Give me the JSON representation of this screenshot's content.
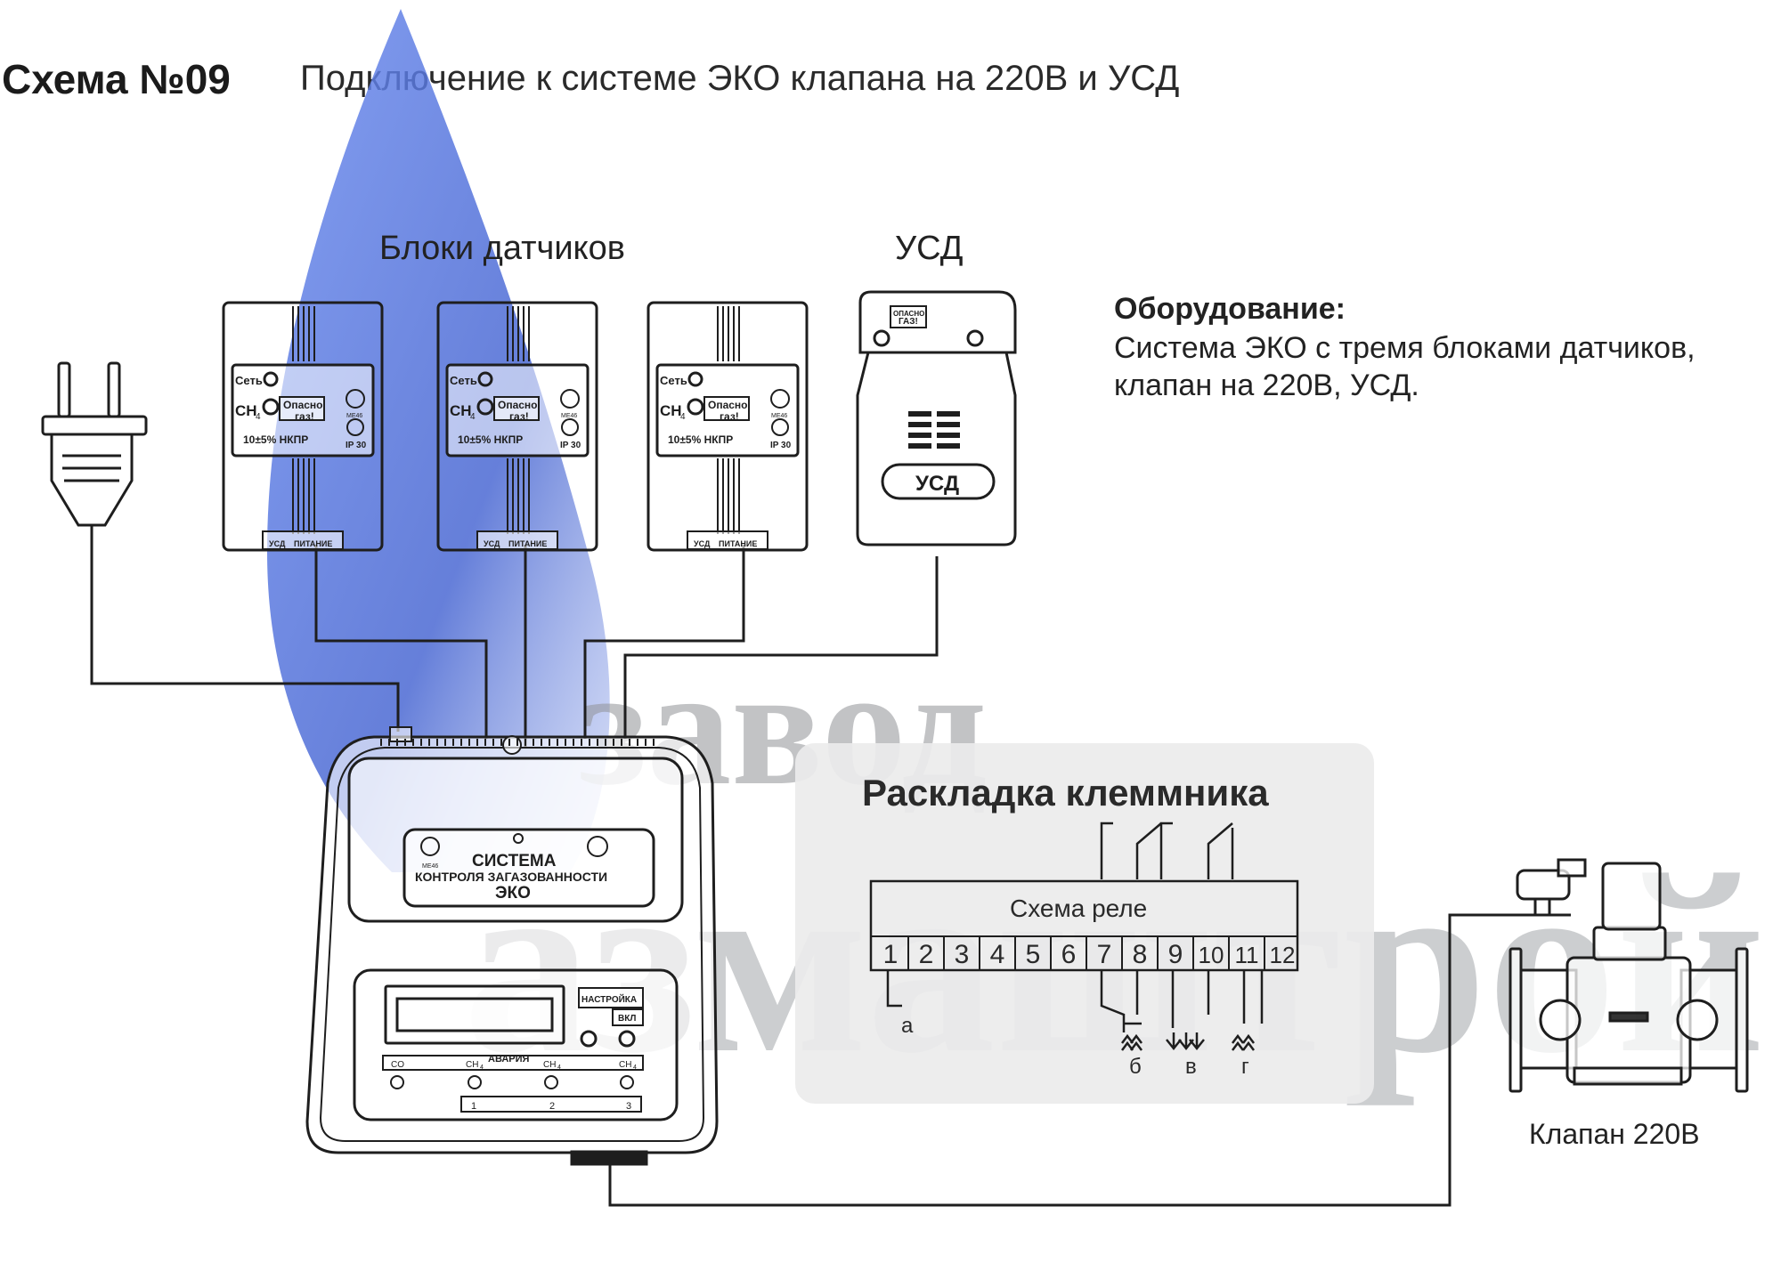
{
  "header": {
    "scheme_number": "Схема №09",
    "scheme_title": "Подключение к системе ЭКО клапана на 220В и УСД"
  },
  "labels": {
    "sensor_blocks": "Блоки датчиков",
    "usd": "УСД",
    "valve": "Клапан 220В"
  },
  "equipment": {
    "heading": "Оборудование:",
    "lines": [
      "Система ЭКО с тремя блоками датчиков,",
      "клапан на 220В, УСД."
    ]
  },
  "sensor_panel": {
    "network": "Сеть",
    "gas": "CH",
    "gas_sub": "4",
    "danger_line1": "Опасно",
    "danger_line2": "газ!",
    "range": "10±5% НКПР",
    "cert": "МЕ46",
    "ip": "IP 30",
    "port_usd": "УСД",
    "port_power": "ПИТАНИЕ"
  },
  "usd_device": {
    "warning_line1": "ОПАСНО",
    "warning_line2": "ГАЗ!",
    "button": "УСД"
  },
  "controller": {
    "cert": "МЕ46",
    "brand": "СИСТЕМА",
    "subtitle": "КОНТРОЛЯ ЗАГАЗОВАННОСТИ",
    "model": "ЭКО",
    "btn_settings": "НАСТРОЙКА",
    "btn_on": "ВКЛ",
    "alarm": "АВАРИЯ",
    "led_co": "CO",
    "led_ch4": "CH",
    "led_ch4_sub": "4",
    "channels": [
      "1",
      "2",
      "3"
    ]
  },
  "terminal": {
    "title": "Раскладка клеммника",
    "relay_label": "Схема реле",
    "numbers": [
      "1",
      "2",
      "3",
      "4",
      "5",
      "6",
      "7",
      "8",
      "9",
      "10",
      "11",
      "12"
    ],
    "letters": [
      "а",
      "б",
      "в",
      "г"
    ]
  },
  "colors": {
    "watermark_drop": "#4f6fd6",
    "watermark_text": "#8f9296",
    "line": "#1e1e1e",
    "panel_bg": "#ebebeb"
  }
}
